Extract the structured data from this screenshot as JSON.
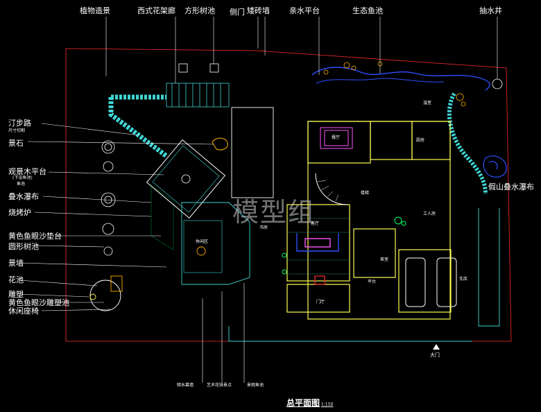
{
  "drawing": {
    "title": "总平面图",
    "scale": "1:150",
    "watermark": "模型组",
    "entry_label": "大门"
  },
  "labels_top": [
    {
      "id": "plant-landscape",
      "text": "植物造景"
    },
    {
      "id": "western-trellis",
      "text": "西式花架廊"
    },
    {
      "id": "square-tree-pool",
      "text": "方形树池"
    },
    {
      "id": "side-gate",
      "text": "侧门"
    },
    {
      "id": "low-brick-wall",
      "text": "矮砖墙"
    },
    {
      "id": "waterfront-platform",
      "text": "亲水平台"
    },
    {
      "id": "eco-fish-pond",
      "text": "生态鱼池"
    },
    {
      "id": "water-well",
      "text": "抽水井"
    }
  ],
  "labels_left": [
    {
      "id": "stepping-path",
      "text": "汀步路"
    },
    {
      "id": "stepping-path-note",
      "text": "尺寸切割"
    },
    {
      "id": "feature-rock",
      "text": "景石"
    },
    {
      "id": "viewing-deck",
      "text": "观景木平台"
    },
    {
      "id": "viewing-deck-note-1",
      "text": "(下设鱼池)"
    },
    {
      "id": "viewing-deck-note-2",
      "text": "鱼池"
    },
    {
      "id": "cascade",
      "text": "叠水瀑布"
    },
    {
      "id": "bbq-stove",
      "text": "烧烤炉"
    },
    {
      "id": "sandstone-platform",
      "text": "黄色鱼眼沙垫台"
    },
    {
      "id": "round-tree-pool",
      "text": "圆形树池"
    },
    {
      "id": "feature-wall",
      "text": "景墙"
    },
    {
      "id": "flower-pool",
      "text": "花池"
    },
    {
      "id": "sculpture",
      "text": "雕塑"
    },
    {
      "id": "sculpture-pool",
      "text": "黄色鱼眼沙雕塑池"
    },
    {
      "id": "leisure-seat",
      "text": "休闲座椅"
    }
  ],
  "labels_right": [
    {
      "id": "rockery-waterfall",
      "text": "假山叠水瀑布"
    }
  ],
  "labels_bottom": [
    {
      "id": "dark-water-curtain",
      "text": "暗水幕墙"
    },
    {
      "id": "art-paving",
      "text": "艺术花钵景点"
    },
    {
      "id": "koi-pond",
      "text": "景观鱼池"
    }
  ],
  "room_labels": [
    "餐厅",
    "客厅",
    "厨房",
    "门厅",
    "工人房",
    "车库",
    "楼梯",
    "休闲区",
    "茶室",
    "平台",
    "温室",
    "书房"
  ],
  "colors": {
    "background": "#000000",
    "boundary": "#ff2a2a",
    "wall": "#ffff55",
    "landscape": "#3fd5d5",
    "water": "#2f4fff",
    "vegetation": "#00ff66",
    "accent": "#ff55ff",
    "wood": "#ffb000",
    "label": "#ffffff"
  }
}
